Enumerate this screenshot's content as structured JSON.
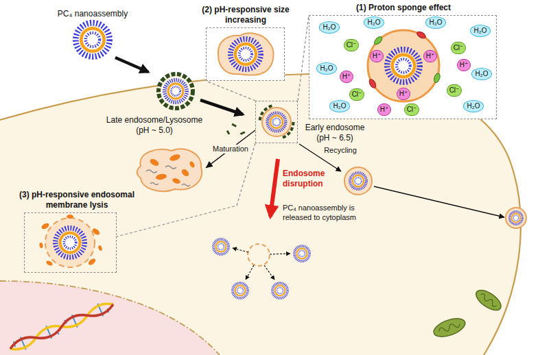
{
  "diagram": {
    "nodes": [
      {
        "text": [
          "(2) pH-responsive size increasing"
        ]
      },
      {
        "text": [
          "(1) Proton sponge effect"
        ]
      },
      {
        "text": [
          "Early endosome (pH ~ 6.5)"
        ]
      },
      {
        "text": [
          "Late endosome/Lysosome (pH ~ 5.0)"
        ]
      },
      {
        "text": [
          "(3) pH-responsive endosomal membrane lysis"
        ]
      }
    ],
    "edges": [
      {
        "from": 2,
        "to": 3,
        "label": "Maturation",
        "arrow": "to"
      },
      {
        "from": 2,
        "to": 0,
        "arrow": "none"
      },
      {
        "from": 2,
        "to": 1,
        "arrow": "none"
      },
      {
        "from": 2,
        "to": 4,
        "arrow": "none"
      }
    ],
    "labels": [
      "PC₄ nanoassembly",
      "H₂O",
      "H₂O",
      "H₂O",
      "H₂O",
      "H₂O",
      "H₂O",
      "H₂O",
      "H₂O",
      "Cl⁻",
      "Cl⁻",
      "Cl⁻",
      "Cl⁻",
      "Cl⁻",
      "H⁺",
      "H⁺",
      "H⁺",
      "H⁺",
      "H⁺",
      "H⁺",
      "Recycling",
      "Endosome disruption",
      "PC₄ nanoassembly is released to cytoplasm"
    ]
  }
}
